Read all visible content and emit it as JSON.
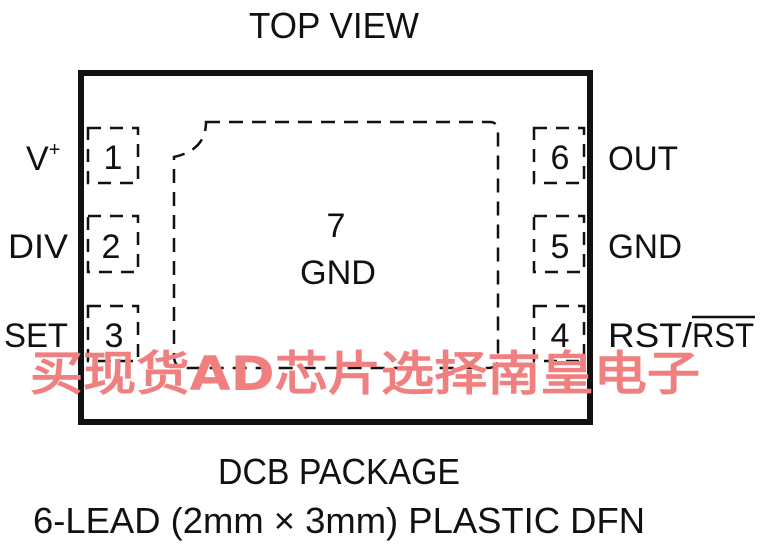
{
  "title": "TOP VIEW",
  "pins_left": [
    {
      "number": "1",
      "name": "V",
      "superscript": "+"
    },
    {
      "number": "2",
      "name": "DIV"
    },
    {
      "number": "3",
      "name": "SET"
    }
  ],
  "pins_right": [
    {
      "number": "6",
      "name": "OUT"
    },
    {
      "number": "5",
      "name": "GND"
    },
    {
      "number": "4",
      "name": "RST/",
      "overbar": "RST"
    }
  ],
  "exposed_pad": {
    "number": "7",
    "name": "GND"
  },
  "package": {
    "line1": "DCB PACKAGE",
    "line2": "6-LEAD (2mm × 3mm) PLASTIC DFN"
  },
  "watermark": "买现货AD芯片选择南皇电子",
  "colors": {
    "outline": "#111111",
    "watermark": "#f08080"
  }
}
